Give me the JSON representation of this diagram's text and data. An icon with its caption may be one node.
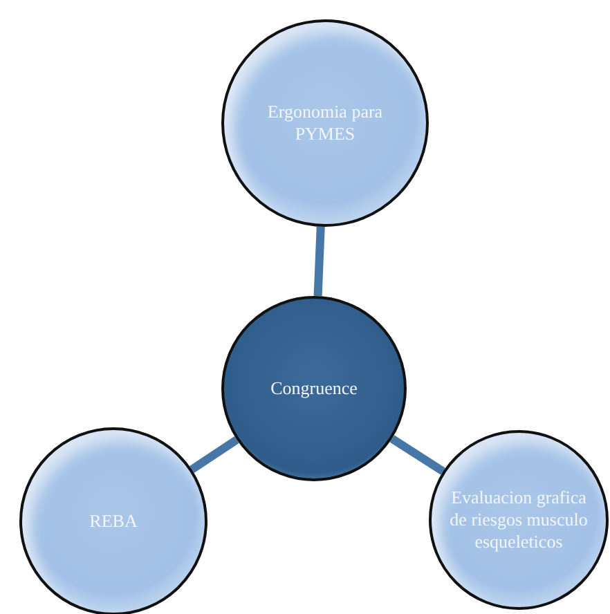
{
  "diagram": {
    "nodes": [
      {
        "text": [
          "Congruence"
        ]
      },
      {
        "text": [
          "Ergonomia para PYMES"
        ]
      },
      {
        "text": [
          "REBA"
        ]
      },
      {
        "text": [
          "Evaluacion grafica de riesgos musculo esqueleticos"
        ]
      }
    ],
    "edges": [
      {
        "from": 0,
        "to": 1,
        "arrow": "none"
      },
      {
        "from": 0,
        "to": 2,
        "arrow": "none"
      },
      {
        "from": 0,
        "to": 3,
        "arrow": "none"
      }
    ]
  }
}
